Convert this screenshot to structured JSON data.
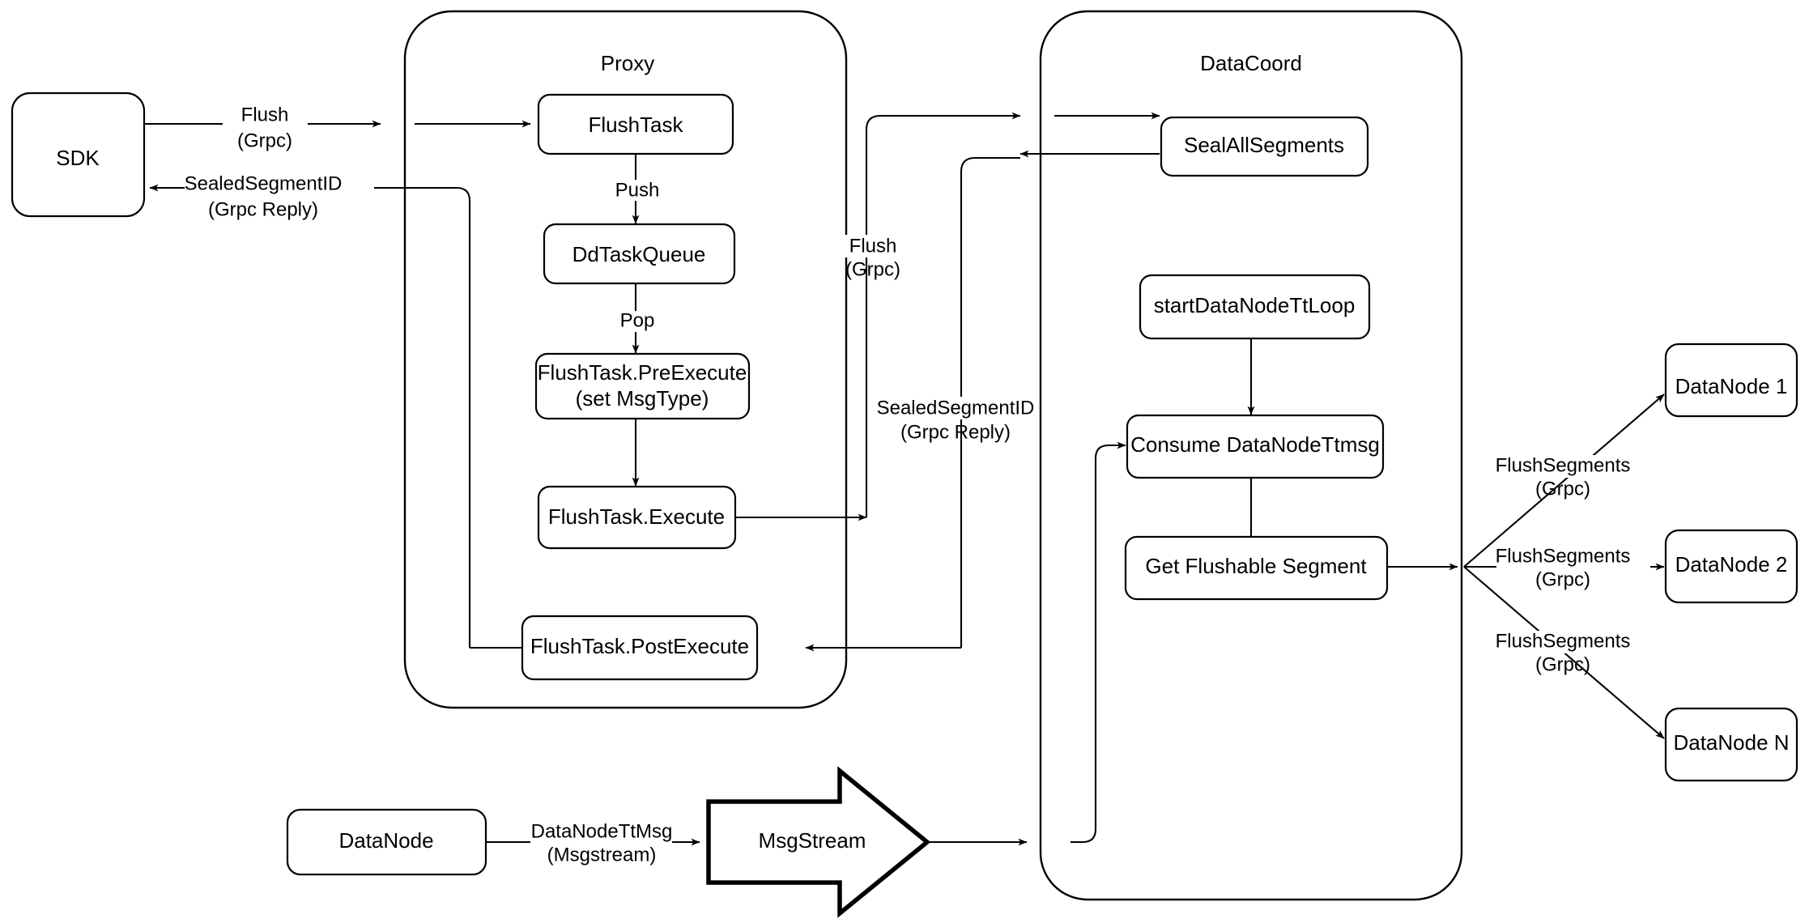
{
  "diagram": {
    "title_visible": false,
    "background_color": "#ffffff",
    "stroke_color": "#000000",
    "groups": [
      {
        "id": "proxy",
        "label": "Proxy"
      },
      {
        "id": "datacoord",
        "label": "DataCoord"
      }
    ],
    "nodes": [
      {
        "id": "sdk",
        "label": "SDK"
      },
      {
        "id": "flushtask",
        "label": "FlushTask"
      },
      {
        "id": "ddtaskqueue",
        "label": "DdTaskQueue"
      },
      {
        "id": "preexecute-line1",
        "label": "FlushTask.PreExecute"
      },
      {
        "id": "preexecute-line2",
        "label": "(set MsgType)"
      },
      {
        "id": "execute",
        "label": "FlushTask.Execute"
      },
      {
        "id": "postexecute",
        "label": "FlushTask.PostExecute"
      },
      {
        "id": "sealallsegments",
        "label": "SealAllSegments"
      },
      {
        "id": "startdatanodettloop",
        "label": "startDataNodeTtLoop"
      },
      {
        "id": "consume-datanodettmsg",
        "label": "Consume DataNodeTtmsg"
      },
      {
        "id": "get-flushable-segment",
        "label": "Get Flushable Segment"
      },
      {
        "id": "datanode-1",
        "label": "DataNode 1"
      },
      {
        "id": "datanode-2",
        "label": "DataNode 2"
      },
      {
        "id": "datanode-n",
        "label": "DataNode N"
      },
      {
        "id": "datanode-bottom",
        "label": "DataNode"
      },
      {
        "id": "msgstream",
        "label": "MsgStream"
      }
    ],
    "edge_labels": [
      {
        "id": "sdk-to-proxy",
        "line1": "Flush",
        "line2": "(Grpc)"
      },
      {
        "id": "proxy-to-sdk",
        "line1": "SealedSegmentID",
        "line2": "(Grpc Reply)"
      },
      {
        "id": "push",
        "line1": "Push",
        "line2": ""
      },
      {
        "id": "pop",
        "line1": "Pop",
        "line2": ""
      },
      {
        "id": "proxy-to-datacoord",
        "line1": "Flush",
        "line2": "(Grpc)"
      },
      {
        "id": "datacoord-to-proxy",
        "line1": "SealedSegmentID",
        "line2": "(Grpc Reply)"
      },
      {
        "id": "flushsegments-1",
        "line1": "FlushSegments",
        "line2": "(Grpc)"
      },
      {
        "id": "flushsegments-2",
        "line1": "FlushSegments",
        "line2": "(Grpc)"
      },
      {
        "id": "flushsegments-n",
        "line1": "FlushSegments",
        "line2": "(Grpc)"
      },
      {
        "id": "datanode-to-msgstream",
        "line1": "DataNodeTtMsg",
        "line2": "(Msgstream)"
      }
    ]
  }
}
